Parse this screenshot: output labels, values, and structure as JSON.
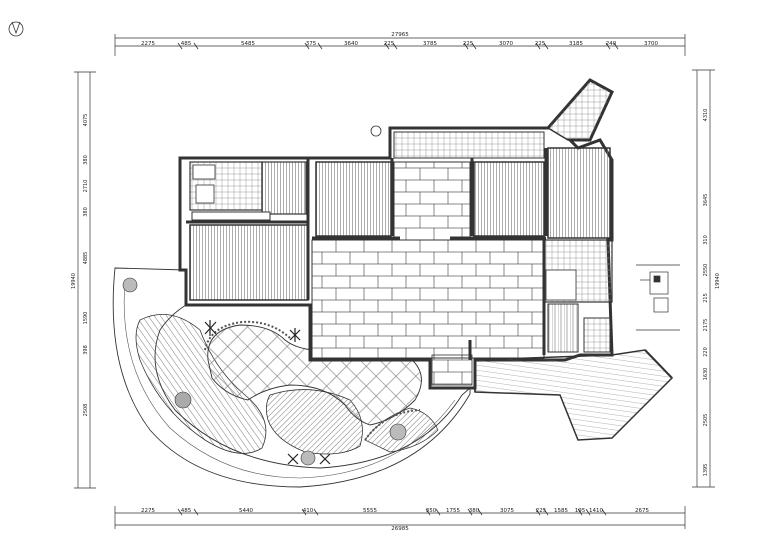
{
  "drawing": {
    "north_symbol": "north-arrow",
    "dimensions": {
      "top_total": "27965",
      "top_segments": [
        "2275",
        "485",
        "5485",
        "375",
        "3640",
        "225",
        "3785",
        "225",
        "3070",
        "225",
        "3185",
        "240",
        "3700"
      ],
      "bottom_total": "26985",
      "bottom_segments": [
        "2275",
        "485",
        "5440",
        "410",
        "5555",
        "350",
        "1755",
        "380",
        "3075",
        "225",
        "1585",
        "195",
        "1410",
        "2675"
      ],
      "left_total": "19940",
      "left_segments": [
        "4075",
        "380",
        "2710",
        "380",
        "4885",
        "1590",
        "398",
        "2508"
      ],
      "right_total": "19940",
      "right_segments": [
        "4310",
        "3645",
        "310",
        "2550",
        "215",
        "2175",
        "220",
        "1630",
        "2505",
        "1395"
      ]
    }
  }
}
